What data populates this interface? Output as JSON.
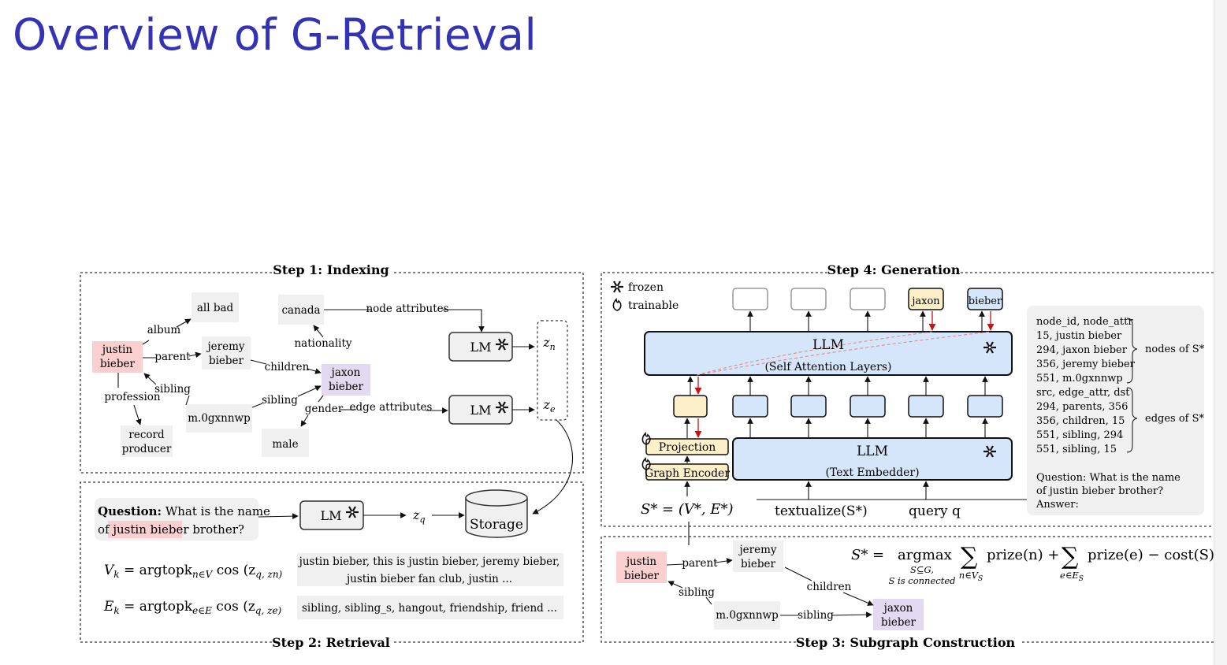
{
  "slide": {
    "title": "Overview of G-Retrieval"
  },
  "panels": {
    "step1": "Step 1: Indexing",
    "step2": "Step 2: Retrieval",
    "step3": "Step 3: Subgraph Construction",
    "step4": "Step 4: Generation"
  },
  "indexing": {
    "nodes": {
      "justin": [
        "justin",
        "bieber"
      ],
      "allbad": [
        "all bad"
      ],
      "jeremy": [
        "jeremy",
        "bieber"
      ],
      "canada": [
        "canada"
      ],
      "jaxon": [
        "jaxon",
        "bieber"
      ],
      "m0g": [
        "m.0gxnnwp"
      ],
      "record": [
        "record",
        "producer"
      ],
      "male": [
        "male"
      ]
    },
    "edges": {
      "album": "album",
      "parent": "parent",
      "children": "children",
      "nationality": "nationality",
      "sibling1": "sibling",
      "sibling2": "sibling",
      "profession": "profession",
      "gender": "gender"
    },
    "node_attr_label": "node attributes",
    "edge_attr_label": "edge attributes",
    "lm": "LM",
    "zn": "z",
    "zn_sub": "n",
    "ze": "z",
    "ze_sub": "e"
  },
  "retrieval": {
    "question_bold": "Question:",
    "question_rest": " What is the name",
    "question_of": "of ",
    "question_highlight": "justin bieber",
    "question_end": " brother?",
    "lm": "LM",
    "zq": "z",
    "zq_sub": "q",
    "storage": "Storage",
    "vk_formula": "V",
    "vk_sub": "k",
    "vk_rest": " = argtopk",
    "vk_sub2": "n∈V",
    "vk_cos": " cos (z",
    "vk_args": "q, z",
    "vk_end": "n)",
    "ek_formula": "E",
    "ek_sub": "k",
    "ek_rest": " = argtopk",
    "ek_sub2": "e∈E",
    "ek_cos": " cos (z",
    "ek_args": "q, z",
    "ek_end": "e)",
    "vk_result": [
      "justin bieber, this is justin bieber, jeremy bieber,",
      "justin bieber fan club, justin ..."
    ],
    "ek_result": "sibling, sibling_s, hangout, friendship, friend ..."
  },
  "generation": {
    "legend_frozen": "frozen",
    "legend_trainable": "trainable",
    "llm_top": "LLM",
    "llm_top_sub": "(Self Attention Layers)",
    "llm_bottom": "LLM",
    "llm_bottom_sub": "(Text Embedder)",
    "projection": "Projection",
    "graph_encoder": "Graph Encoder",
    "out_jaxon": "jaxon",
    "out_bieber": "bieber",
    "s_star": "S* = (V*, E*)",
    "textualize": "textualize(S*)",
    "query": "query q",
    "text_panel": {
      "nodes": [
        "node_id, node_attr",
        "15, justin bieber",
        "294, jaxon bieber",
        "356, jeremy bieber",
        "551, m.0gxnnwp"
      ],
      "edges": [
        "src, edge_attr, dst",
        "294, parents, 356",
        "356, children, 15",
        "551, sibling, 294",
        "551, sibling, 15"
      ],
      "nodes_label": "nodes of S*",
      "edges_label": "edges of S*",
      "question": [
        "Question: What is the name",
        "of justin bieber brother?",
        "Answer:"
      ]
    }
  },
  "subgraph": {
    "nodes": {
      "justin": [
        "justin",
        "bieber"
      ],
      "jeremy": [
        "jeremy",
        "bieber"
      ],
      "m0g": [
        "m.0gxnnwp"
      ],
      "jaxon": [
        "jaxon",
        "bieber"
      ]
    },
    "edges": {
      "parent": "parent",
      "sibling1": "sibling",
      "children": "children",
      "sibling2": "sibling"
    },
    "formula_lhs": "S* =",
    "formula_argmax": "argmax",
    "formula_under1": "S⊆G,",
    "formula_under2": "S is connected",
    "formula_sum1": "prize(n) +",
    "formula_sum1_sub": "n∈V",
    "formula_sum1_subsub": "S",
    "formula_sum2": "prize(e) − cost(S)",
    "formula_sum2_sub": "e∈E",
    "formula_sum2_subsub": "S"
  },
  "colors": {
    "title": "#3333b3",
    "highlight_red": "#f9cfcf",
    "highlight_purple": "#e3d9f0",
    "node_gray": "#f0f0f0",
    "llm_blue": "#d6e6fa",
    "trainable_yellow": "#fdf0c8",
    "red_arrow": "#cc1111"
  }
}
